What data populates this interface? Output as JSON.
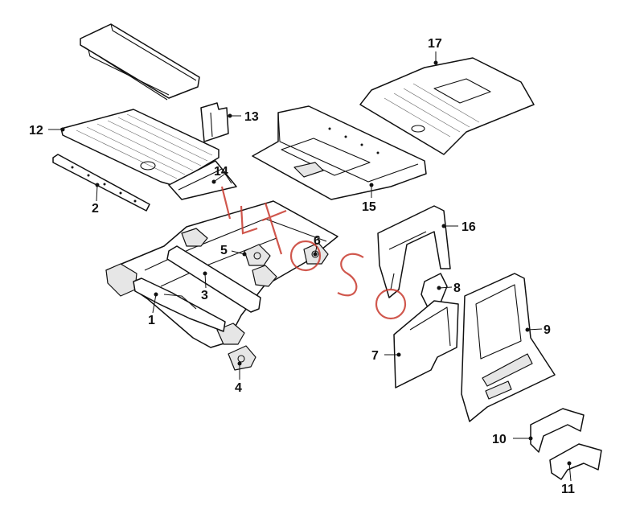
{
  "diagram": {
    "type": "exploded-parts-diagram",
    "callouts": [
      "1",
      "2",
      "3",
      "4",
      "5",
      "6",
      "7",
      "8",
      "9",
      "10",
      "11",
      "12",
      "13",
      "14",
      "15",
      "16",
      "17"
    ],
    "watermark_color": "#c83a2e"
  }
}
